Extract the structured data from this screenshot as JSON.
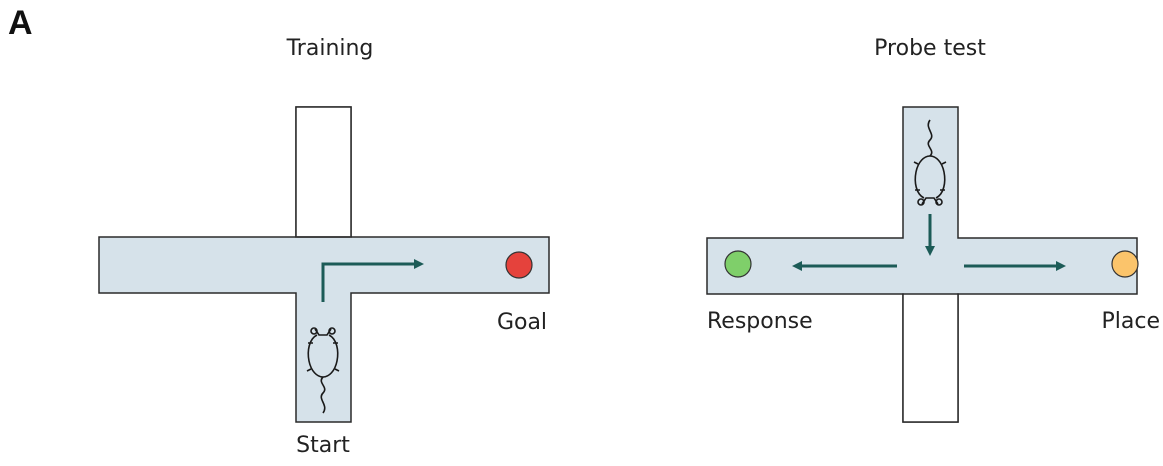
{
  "panel_label": "A",
  "training": {
    "title": "Training",
    "start_label": "Start",
    "goal_label": "Goal",
    "goal_color": "#e5423c"
  },
  "probe": {
    "title": "Probe test",
    "response_label": "Response",
    "place_label": "Place",
    "response_color": "#7fcf6a",
    "place_color": "#fbc46b"
  },
  "colors": {
    "maze_fill": "#d6e2ea",
    "maze_stroke": "#2a2a2a",
    "arrow": "#1c5b57"
  }
}
